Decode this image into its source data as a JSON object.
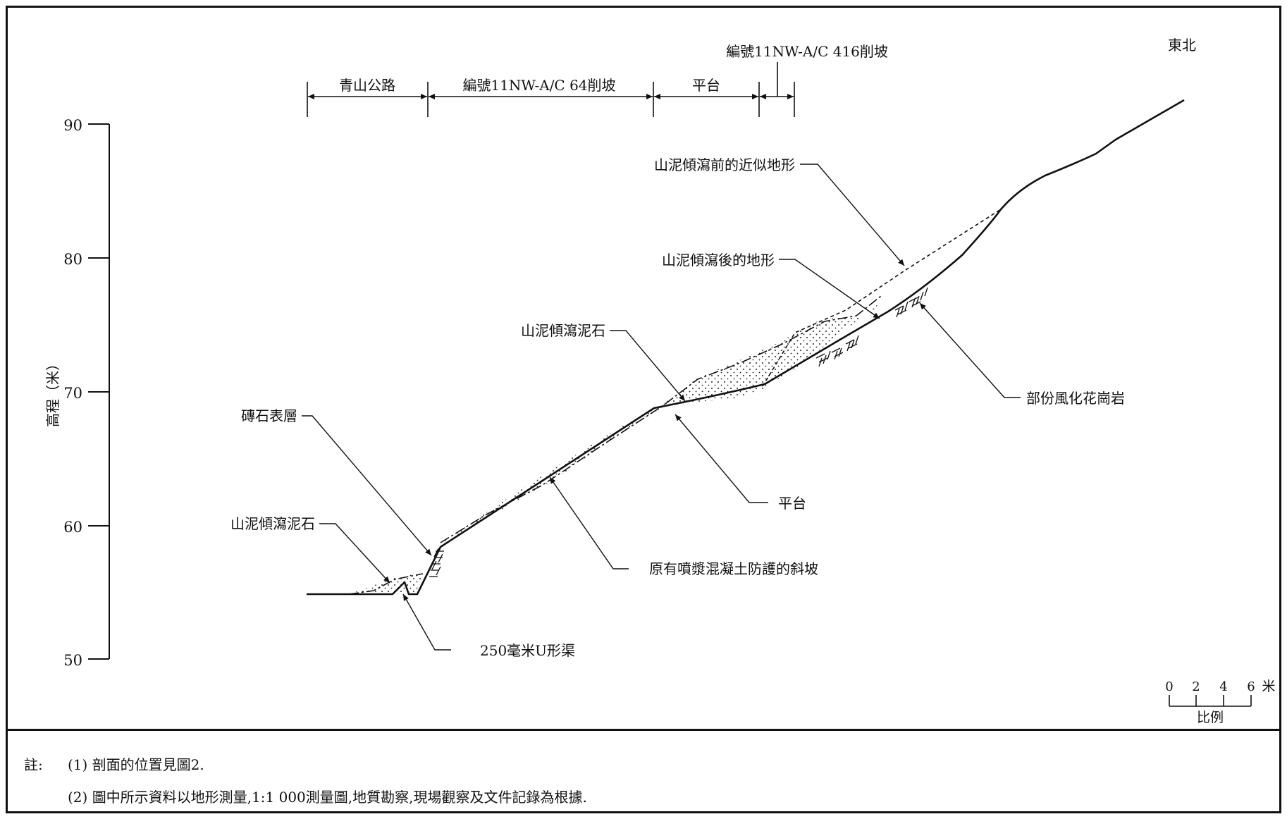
{
  "direction": "東北",
  "y_axis": {
    "label": "高程（米）",
    "ticks": [
      "90",
      "80",
      "70",
      "60",
      "50"
    ]
  },
  "zones": {
    "slope416": "編號11NW-A/C 416削坡",
    "road": "青山公路",
    "slope64": "編號11NW-A/C 64削坡",
    "platform": "平台"
  },
  "labels": {
    "pre_terrain": "山泥傾瀉前的近似地形",
    "post_terrain": "山泥傾瀉後的地形",
    "debris_upper": "山泥傾瀉泥石",
    "masonry": "磚石表層",
    "debris_lower": "山泥傾瀉泥石",
    "platform": "平台",
    "shotcrete": "原有噴漿混凝土防護的斜坡",
    "channel": "250毫米U形渠",
    "granite": "部份風化花崗岩"
  },
  "scale": {
    "ticks": [
      "0",
      "2",
      "4",
      "6"
    ],
    "unit": "米",
    "caption": "比例"
  },
  "notes": {
    "lead": "註:",
    "note1": "(1) 剖面的位置見圖2.",
    "note2": "(2) 圖中所示資料以地形測量,1:1 000測量圖,地質勘察,現場觀察及文件記錄為根據."
  }
}
